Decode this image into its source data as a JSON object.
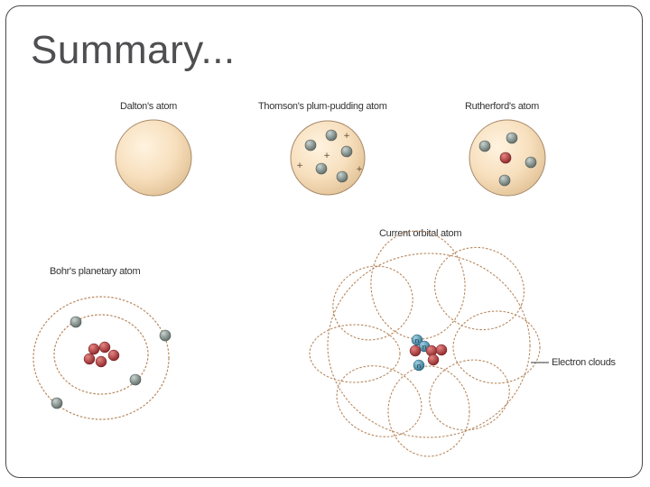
{
  "slide": {
    "title": "Summary..."
  },
  "models": {
    "dalton": {
      "label": "Dalton's atom"
    },
    "thomson": {
      "label": "Thomson's plum-pudding atom",
      "charge_symbol": "+"
    },
    "rutherford": {
      "label": "Rutherford's atom"
    },
    "bohr": {
      "label": "Bohr's planetary atom"
    },
    "orbital": {
      "label": "Current orbital atom",
      "neutron_symbol": "n",
      "callout": "Electron clouds"
    }
  },
  "colors": {
    "sphere_fill": "#f7dfbd",
    "sphere_edge": "#a78a6a",
    "electron": "#7b8883",
    "proton": "#b0393a",
    "neutron": "#3f86a4",
    "orbit": "#b7885e"
  }
}
